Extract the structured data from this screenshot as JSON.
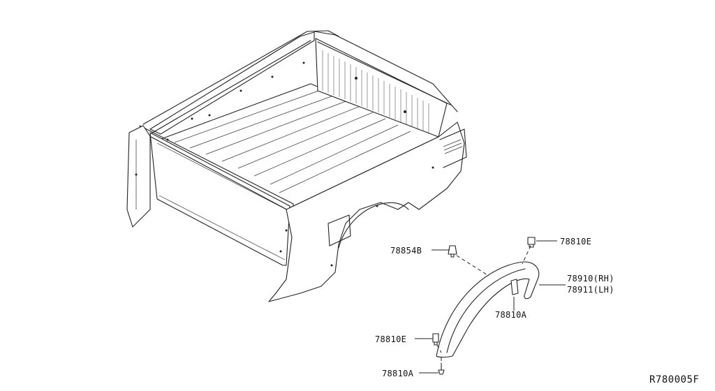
{
  "callouts": {
    "p78854b": "78854B",
    "p78810e_top": "78810E",
    "p78910": "78910(RH)",
    "p78911": "78911(LH)",
    "p78810a_mid": "78810A",
    "p78810e_bottom": "78810E",
    "p78810a_bottom": "78810A"
  },
  "reference_code": "R780005F"
}
